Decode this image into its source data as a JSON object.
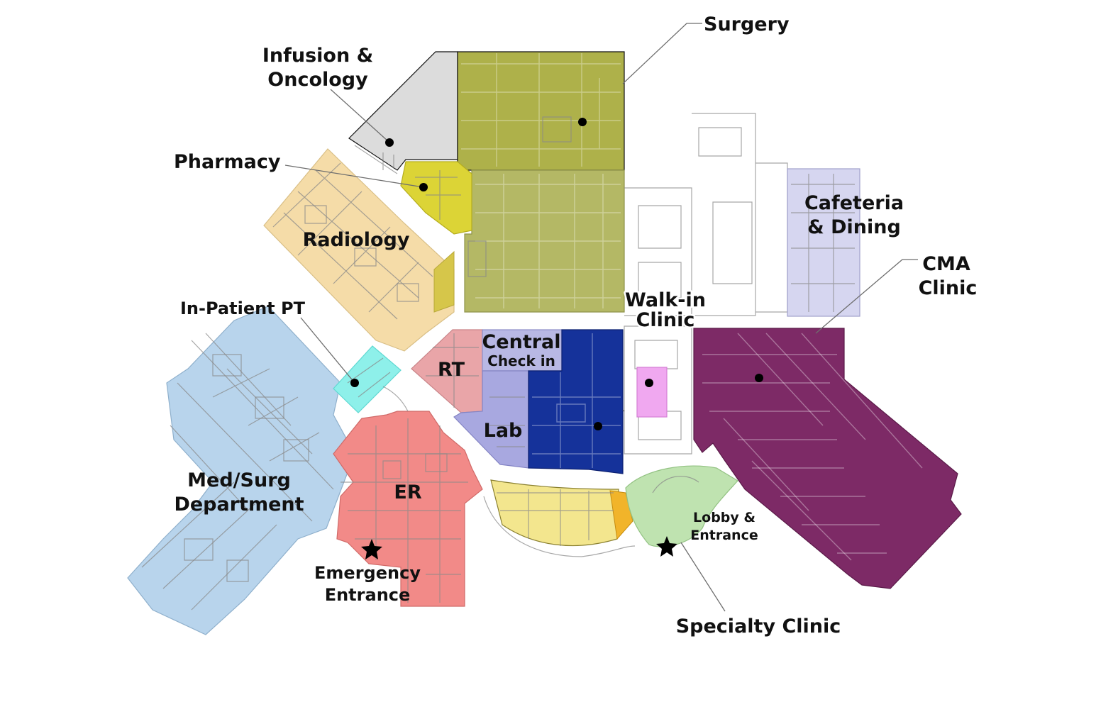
{
  "map": {
    "departments": [
      {
        "id": "surgery",
        "label": "Surgery",
        "color": "#aeb14a"
      },
      {
        "id": "infusion",
        "label": "Infusion & Oncology",
        "color": "#dcdcdc"
      },
      {
        "id": "pharmacy",
        "label": "Pharmacy",
        "color": "#dcd436"
      },
      {
        "id": "radiology",
        "label": "Radiology",
        "color": "#f5dca8"
      },
      {
        "id": "inpatient_pt",
        "label": "In-Patient PT",
        "color": "#8ef0ea"
      },
      {
        "id": "rt",
        "label": "RT",
        "color": "#e9a5a8"
      },
      {
        "id": "central_checkin",
        "label": "Central Check in",
        "color": "#b8b8e4"
      },
      {
        "id": "lab",
        "label": "Lab",
        "color": "#a8a8e0"
      },
      {
        "id": "central_block",
        "label": "",
        "color": "#15329a"
      },
      {
        "id": "walkin",
        "label": "Walk-in Clinic",
        "color": "#f0a8f0"
      },
      {
        "id": "cafeteria",
        "label": "Cafeteria & Dining",
        "color": "#d6d6f0"
      },
      {
        "id": "cma",
        "label": "CMA Clinic",
        "color": "#7d2a66"
      },
      {
        "id": "medsurg",
        "label": "Med/Surg Department",
        "color": "#b8d4ec"
      },
      {
        "id": "er",
        "label": "ER",
        "color": "#f28a88"
      },
      {
        "id": "specialty",
        "label": "Specialty Clinic",
        "color": "#f3e68e"
      },
      {
        "id": "lobby",
        "label": "Lobby & Entrance",
        "color": "#bfe3b0"
      }
    ],
    "labels": {
      "surgery": "Surgery",
      "infusion_line1": "Infusion &",
      "infusion_line2": "Oncology",
      "pharmacy": "Pharmacy",
      "radiology": "Radiology",
      "inpatient_pt": "In-Patient PT",
      "rt": "RT",
      "central_line1": "Central",
      "central_line2": "Check in",
      "lab": "Lab",
      "walkin_line1": "Walk-in",
      "walkin_line2": "Clinic",
      "cafeteria_line1": "Cafeteria",
      "cafeteria_line2": "& Dining",
      "cma_line1": "CMA",
      "cma_line2": "Clinic",
      "medsurg_line1": "Med/Surg",
      "medsurg_line2": "Department",
      "er": "ER",
      "emergency_line1": "Emergency",
      "emergency_line2": "Entrance",
      "lobby_line1": "Lobby &",
      "lobby_line2": "Entrance",
      "specialty": "Specialty Clinic"
    },
    "markers": {
      "department_marker": "dot",
      "entrance_marker": "star"
    }
  }
}
